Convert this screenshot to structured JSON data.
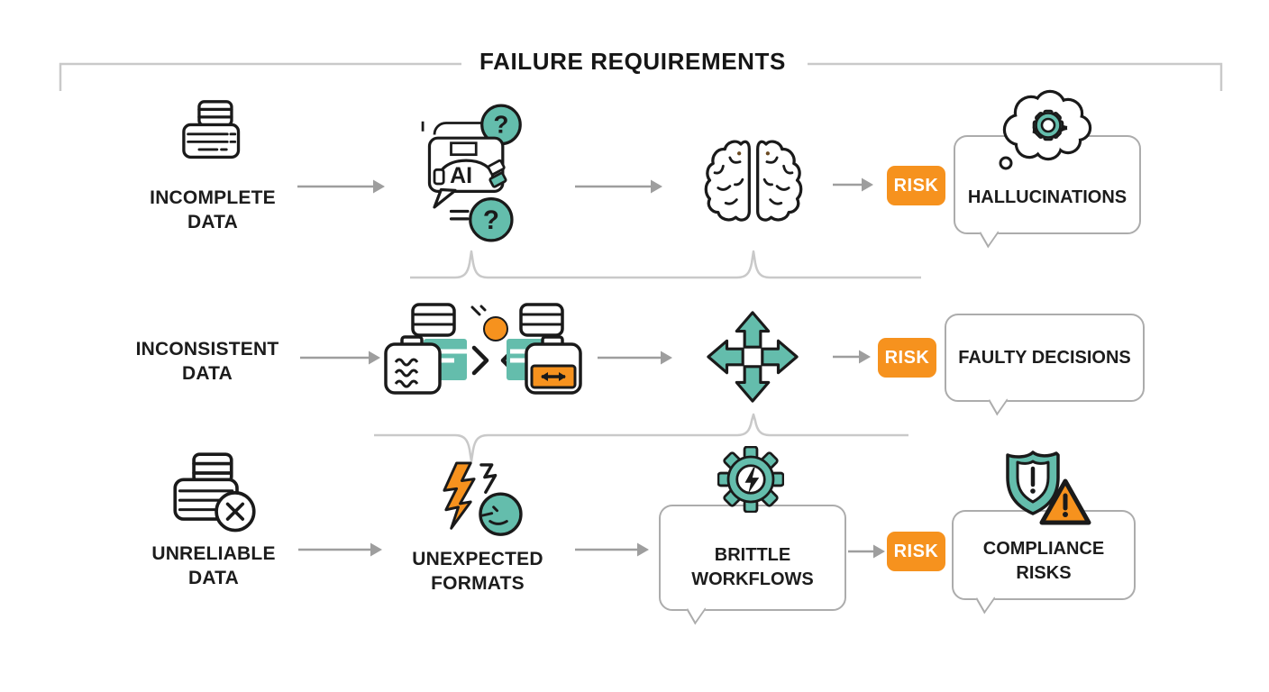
{
  "title": "FAILURE REQUIREMENTS",
  "ai_label": "AI",
  "question_mark": "?",
  "colors": {
    "teal": "#64BDAC",
    "orange": "#F6921E",
    "outline_black": "#1a1a1a",
    "arrow_gray": "#9E9E9E",
    "frame_gray": "#C9C9C9",
    "bubble_border_gray": "#ACACAC",
    "risk_text": "#FFFFFF"
  },
  "icons": {
    "incomplete-data-stack-icon": "stacked records with broken lines",
    "ai-chatbot-icon": "AI chat bubble with headset and question marks",
    "brain-icon": "two-hemisphere brain outline",
    "thought-cloud-gear-icon": "thought cloud containing teal gear",
    "data-conflict-icon": "two data cases exchanging mismatched records with collision dot",
    "expand-arrows-icon": "four teal arrows pointing outward",
    "unreliable-data-stack-icon": "stacked records with error cross badge",
    "broken-formats-icon": "orange lightning zigzags with broken teal disc",
    "gear-lightning-icon": "teal gear with lightning bolt",
    "shield-warning-icon": "teal shield with exclamation and orange warning triangle"
  },
  "rows": [
    {
      "source": "INCOMPLETE\nDATA",
      "risk": "RISK",
      "outcome": "HALLUCINATIONS"
    },
    {
      "source": "INCONSISTENT\nDATA",
      "risk": "RISK",
      "outcome": "FAULTY DECISIONS"
    },
    {
      "source": "UNRELIABLE\nDATA",
      "middle": "UNEXPECTED\nFORMATS",
      "stage": "BRITTLE\nWORKFLOWS",
      "risk": "RISK",
      "outcome": "COMPLIANCE\nRISKS"
    }
  ]
}
